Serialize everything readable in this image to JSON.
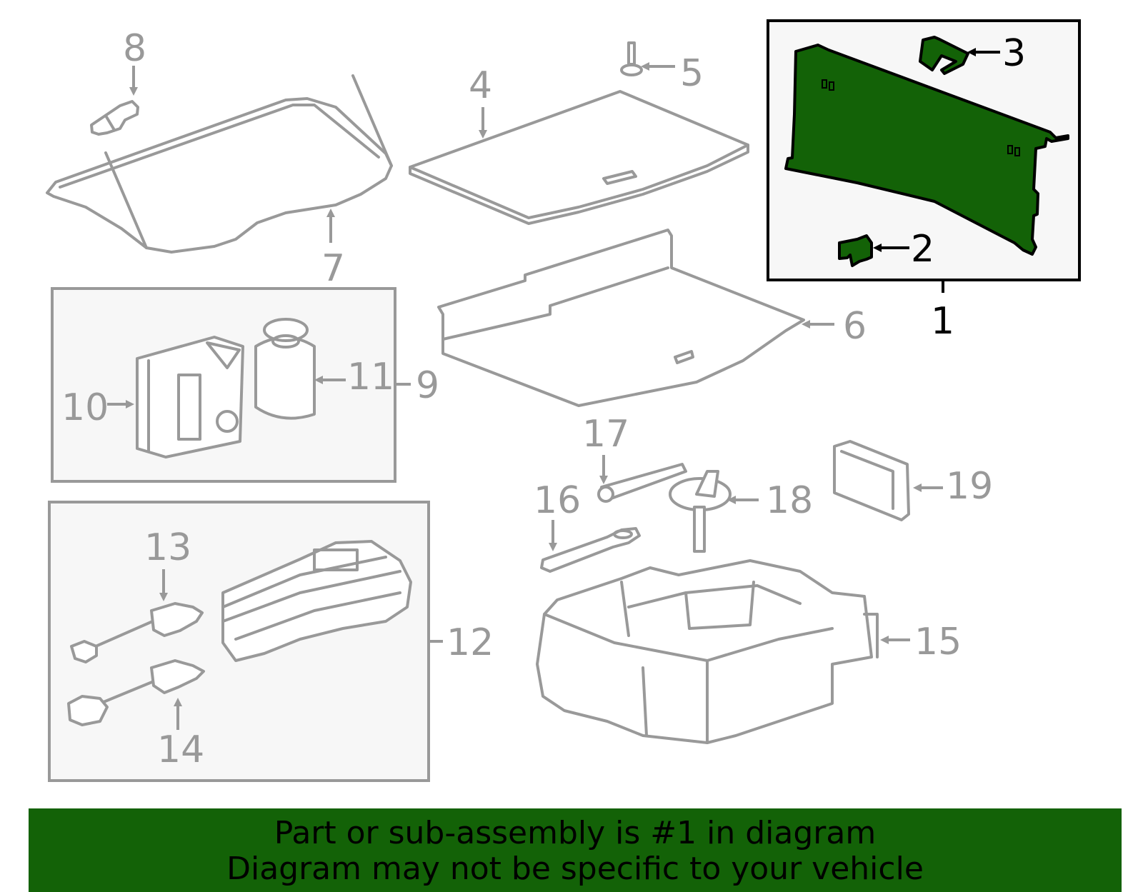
{
  "colors": {
    "highlight_fill": "#136207",
    "line_grey": "#999999",
    "box_fill": "#f7f7f7",
    "banner_bg": "#136207"
  },
  "callouts": {
    "c1": "1",
    "c2": "2",
    "c3": "3",
    "c4": "4",
    "c5": "5",
    "c6": "6",
    "c7": "7",
    "c8": "8",
    "c9": "9",
    "c10": "10",
    "c11": "11",
    "c12": "12",
    "c13": "13",
    "c14": "14",
    "c15": "15",
    "c16": "16",
    "c17": "17",
    "c18": "18",
    "c19": "19"
  },
  "banner": {
    "line1": "Part or sub-assembly is #1 in diagram",
    "line2": "Diagram may not be specific to your vehicle"
  }
}
